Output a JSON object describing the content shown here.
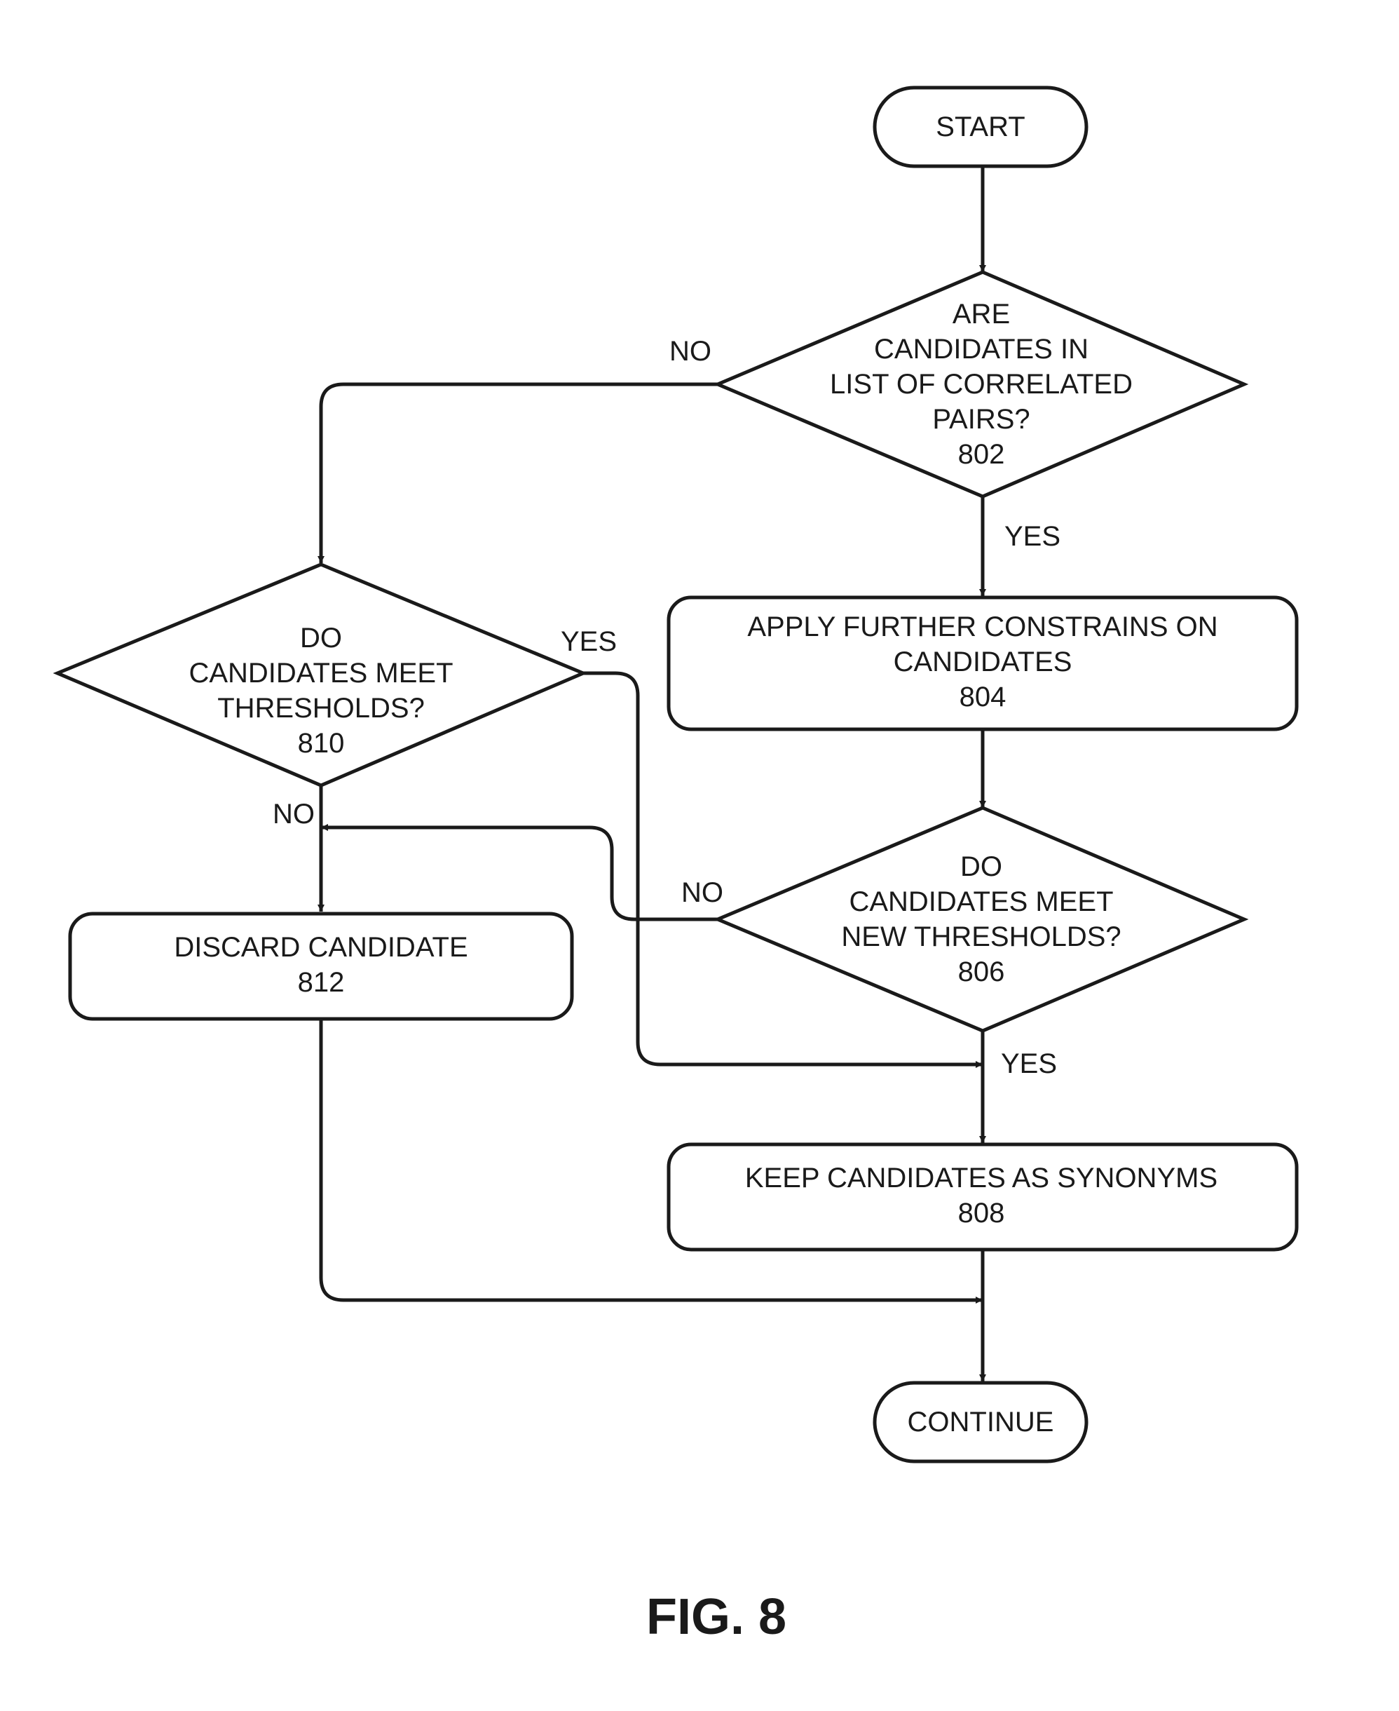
{
  "nodes": {
    "start": {
      "lines": [
        "START"
      ]
    },
    "n802": {
      "lines": [
        "ARE",
        "CANDIDATES IN",
        "LIST OF CORRELATED",
        "PAIRS?",
        "802"
      ]
    },
    "n804": {
      "lines": [
        "APPLY FURTHER CONSTRAINS ON",
        "CANDIDATES",
        "804"
      ]
    },
    "n806": {
      "lines": [
        "DO",
        "CANDIDATES MEET",
        "NEW THRESHOLDS?",
        "806"
      ]
    },
    "n808": {
      "lines": [
        "KEEP CANDIDATES AS SYNONYMS",
        "808"
      ]
    },
    "n810": {
      "lines": [
        "DO",
        "CANDIDATES MEET",
        "THRESHOLDS?",
        "810"
      ]
    },
    "n812": {
      "lines": [
        "DISCARD CANDIDATE",
        "812"
      ]
    },
    "continue": {
      "lines": [
        "CONTINUE"
      ]
    }
  },
  "edge_labels": {
    "n802_no": "NO",
    "n802_yes": "YES",
    "n810_yes": "YES",
    "n810_no": "NO",
    "n806_no": "NO",
    "n806_yes": "YES"
  },
  "figure_label": "FIG. 8"
}
